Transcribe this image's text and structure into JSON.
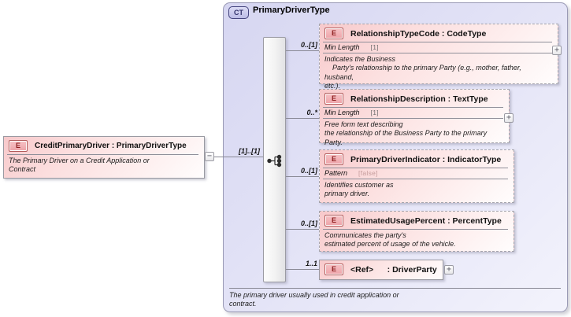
{
  "complex_type": {
    "badge": "CT",
    "title": "PrimaryDriverType",
    "annotation": "The primary driver usually used in credit application or\ncontract."
  },
  "root_element": {
    "badge": "E",
    "title": "CreditPrimaryDriver : PrimaryDriverType",
    "annotation": "The Primary Driver on a Credit Application or\nContract",
    "collapse_glyph": "−"
  },
  "compositor": {
    "name": "sequence",
    "cardinality": "[1]..[1]"
  },
  "children": [
    {
      "badge": "E",
      "title": "RelationshipTypeCode : CodeType",
      "cardinality": "0..[1]",
      "facet_name": "Min Length",
      "facet_value": "[1]",
      "annotation": "Indicates the Business\n    Party's relationship to the primary Party (e.g., mother, father, husband,\netc.).",
      "expand_glyph": "+"
    },
    {
      "badge": "E",
      "title": "RelationshipDescription : TextType",
      "cardinality": "0..*",
      "facet_name": "Min Length",
      "facet_value": "[1]",
      "annotation": "Free form text describing\nthe relationship of the Business Party to the primary Party.",
      "expand_glyph": "+"
    },
    {
      "badge": "E",
      "title": "PrimaryDriverIndicator : IndicatorType",
      "cardinality": "0..[1]",
      "facet_name": "Pattern",
      "facet_value": "[false]",
      "annotation": "Identifies customer as\nprimary driver."
    },
    {
      "badge": "E",
      "title": "EstimatedUsagePercent : PercentType",
      "cardinality": "0..[1]",
      "annotation": "Communicates the party's\nestimated percent of usage of the vehicle."
    },
    {
      "badge": "E",
      "title": "<Ref>      : DriverParty",
      "cardinality": "1..1",
      "expand_glyph": "+"
    }
  ],
  "colors": {
    "element_fill": "#f7c9cb",
    "element_border": "#9a9aa2",
    "badge_e_fill": "#f3b6ba",
    "badge_e_border": "#b25a5a",
    "badge_e_text": "#8d1f1f",
    "container_fill": "#d6d6f1",
    "container_border": "#9a9ab5",
    "badge_ct_fill": "#c9c9ed",
    "badge_ct_border": "#45457e",
    "connector_line": "#8a8a96"
  }
}
